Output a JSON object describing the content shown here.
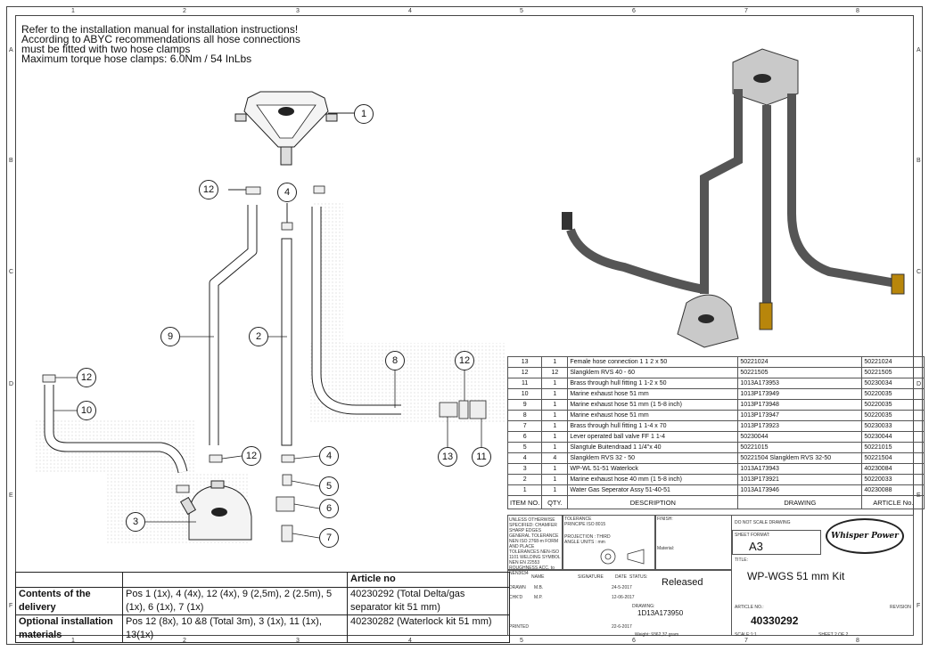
{
  "notes": [
    "Refer to the installation manual for installation instructions!",
    "According to ABYC recommendations all hose connections",
    "must be fitted with two hose clamps",
    "Maximum torque hose clamps: 6.0Nm / 54 InLbs"
  ],
  "zones": {
    "columns": [
      "1",
      "2",
      "3",
      "4",
      "5",
      "6",
      "7",
      "8"
    ],
    "rows": [
      "A",
      "B",
      "C",
      "D",
      "E",
      "F"
    ]
  },
  "balloons": [
    "1",
    "12",
    "4",
    "9",
    "2",
    "8",
    "12",
    "12",
    "10",
    "12",
    "4",
    "13",
    "11",
    "5",
    "6",
    "3",
    "7"
  ],
  "bom": {
    "rows": [
      {
        "item": "13",
        "qty": "1",
        "desc": "Female hose connection 1 1 2 x 50",
        "drawing": "50221024",
        "article": "50221024"
      },
      {
        "item": "12",
        "qty": "12",
        "desc": "Slangklem RVS 40 - 60",
        "drawing": "50221505",
        "article": "50221505"
      },
      {
        "item": "11",
        "qty": "1",
        "desc": "Brass through hull fitting 1 1-2 x 50",
        "drawing": "1013A173953",
        "article": "50230034"
      },
      {
        "item": "10",
        "qty": "1",
        "desc": "Marine exhaust hose 51 mm",
        "drawing": "1013P173949",
        "article": "50220035"
      },
      {
        "item": "9",
        "qty": "1",
        "desc": "Marine exhaust hose 51 mm (1 5-8 inch)",
        "drawing": "1013P173948",
        "article": "50220035"
      },
      {
        "item": "8",
        "qty": "1",
        "desc": "Marine exhaust hose 51 mm",
        "drawing": "1013P173947",
        "article": "50220035"
      },
      {
        "item": "7",
        "qty": "1",
        "desc": "Brass through hull fitting 1 1-4 x 70",
        "drawing": "1013P173923",
        "article": "50230033"
      },
      {
        "item": "6",
        "qty": "1",
        "desc": "Lever operated ball valve FF 1 1-4",
        "drawing": "50230044",
        "article": "50230044"
      },
      {
        "item": "5",
        "qty": "1",
        "desc": "Slangtule Buitendraad 1 1/4\"x 40",
        "drawing": "50221015",
        "article": "50221015"
      },
      {
        "item": "4",
        "qty": "4",
        "desc": "Slangklem RVS 32 - 50",
        "drawing": "50221504 Slangklem RVS 32-50",
        "article": "50221504"
      },
      {
        "item": "3",
        "qty": "1",
        "desc": "WP-WL 51-51 Waterlock",
        "drawing": "1013A173943",
        "article": "40230084"
      },
      {
        "item": "2",
        "qty": "1",
        "desc": "Marine exhaust hose 40 mm (1 5-8 inch)",
        "drawing": "1013P173921",
        "article": "50220033"
      },
      {
        "item": "1",
        "qty": "1",
        "desc": "Water Gas Seperator Assy 51-40-51",
        "drawing": "1013A173946",
        "article": "40230088"
      }
    ],
    "header": {
      "item": "ITEM NO.",
      "qty": "QTY.",
      "desc": "DESCRIPTION",
      "drawing": "DRAWING",
      "article": "ARTICLE No."
    }
  },
  "contents": {
    "header_article": "Article no",
    "rows": [
      {
        "label": "Contents of the delivery",
        "value": "Pos 1 (1x), 4 (4x), 12 (4x), 9 (2,5m), 2 (2.5m), 5 (1x), 6 (1x), 7 (1x)",
        "article": "40230292 (Total Delta/gas separator kit 51 mm)"
      },
      {
        "label": "Optional installation materials",
        "value": "Pos 12 (8x), 10 &8 (Total 3m), 3 (1x), 11 (1x), 13(1x)",
        "article": "40230282 (Waterlock kit 51 mm)"
      }
    ]
  },
  "titleblock": {
    "general_notes": "UNLESS OTHERWISE SPECIFIED: CHAMFER SHARP EDGES GENERAL TOLERANCE NEN ISO 2768-m FORM AND PLACE TOLERANCES NEN-ISO 1101 WELDING SYMBOL NEN EN 22553 ROUGHNESS ACC. to NEN3634",
    "tolerance": "TOLERANCE PRINCIPE ISO 8015",
    "projection": "PROJECTION : THIRD ANGLE UNITS : mm",
    "finish_label": "FINISH:",
    "material_label": "Material:",
    "do_not_scale": "DO NOT SCALE DRAWING",
    "sheet_format_label": "SHEET FORMAT:",
    "sheet_format": "A3",
    "title_label": "TITLE:",
    "title": "WP-WGS 51 mm Kit",
    "name_label": "NAME",
    "signature_label": "SIGNATURE",
    "date_label": "DATE",
    "status_label": "STATUS:",
    "status": "Released",
    "drawn_label": "DRAWN",
    "drawn_name": "M.B.",
    "drawn_date": "24-5-2017",
    "chkd_label": "CHK'D",
    "chkd_name": "M.P.",
    "chkd_date": "12-06-2017",
    "drawing_label": "DRAWING:",
    "drawing_no": "1D13A173950",
    "printed_label": "PRINTED",
    "printed_date": "22-6-2017",
    "weight": "Weight: 9362,37 gram",
    "article_label": "ARTICLE NO.:",
    "article_no": "40330292",
    "revision_label": "REVISION",
    "scale": "SCALE:1:1",
    "sheet": "SHEET 2 OF 2",
    "logo": "Whisper Power"
  }
}
